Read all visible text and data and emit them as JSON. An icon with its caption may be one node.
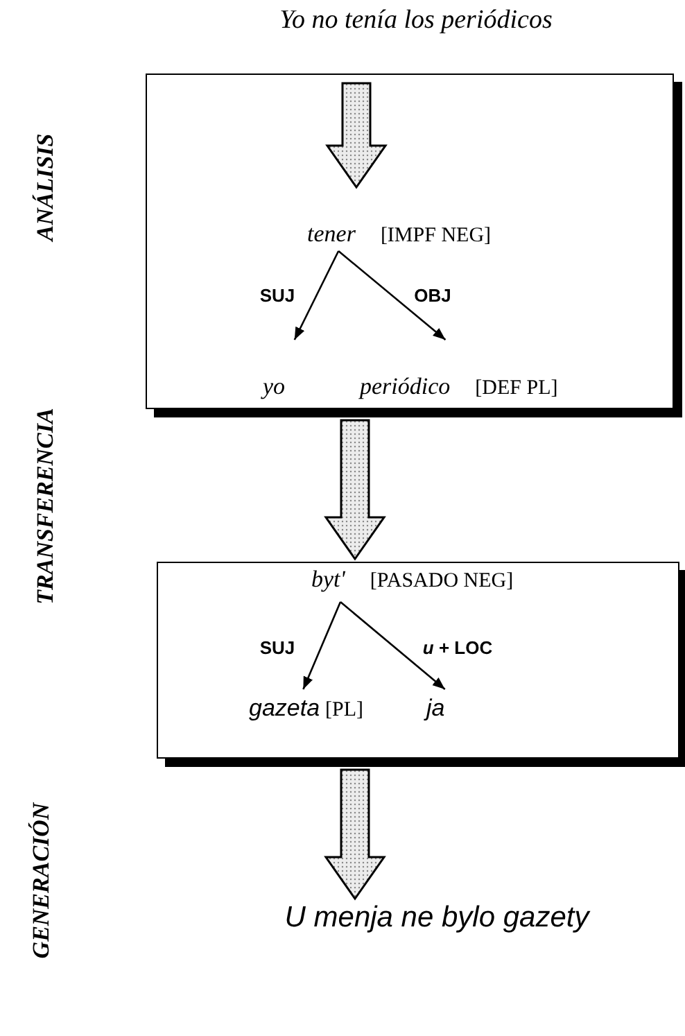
{
  "diagram": {
    "nodes": [
      {
        "text": [
          "Yo no tenía los periódicos"
        ]
      },
      {
        "text": [],
        "shape": "box"
      },
      {
        "text": [
          "tener",
          "[IMPF NEG]"
        ],
        "in": 1
      },
      {
        "text": [
          "yo"
        ],
        "in": 1
      },
      {
        "text": [
          "periódico",
          "[DEF PL]"
        ],
        "in": 1
      },
      {
        "text": [],
        "shape": "box"
      },
      {
        "text": [
          "byt'",
          "[PASADO NEG]"
        ],
        "in": 5
      },
      {
        "text": [
          "gazeta",
          "[PL]"
        ],
        "in": 5
      },
      {
        "text": [
          "ja"
        ],
        "in": 5
      },
      {
        "text": [
          "U menja ne bylo gazety"
        ]
      }
    ],
    "edges": [
      {
        "from": null,
        "to": 2,
        "arrow": "to",
        "style": "thick"
      },
      {
        "from": 2,
        "to": 3,
        "arrow": "to",
        "label": "SUJ"
      },
      {
        "from": 2,
        "to": 4,
        "arrow": "to",
        "label": "OBJ"
      },
      {
        "from": 1,
        "to": 5,
        "arrow": "to",
        "style": "thick"
      },
      {
        "from": 6,
        "to": 7,
        "arrow": "to",
        "label": "SUJ"
      },
      {
        "from": 6,
        "to": 8,
        "arrow": "to",
        "label": "*u* + LOC"
      },
      {
        "from": 5,
        "to": 9,
        "arrow": "to",
        "style": "thick"
      }
    ],
    "labels": [
      "ANÁLISIS",
      "TRANSFERENCIA",
      "GENERACIÓN"
    ]
  }
}
